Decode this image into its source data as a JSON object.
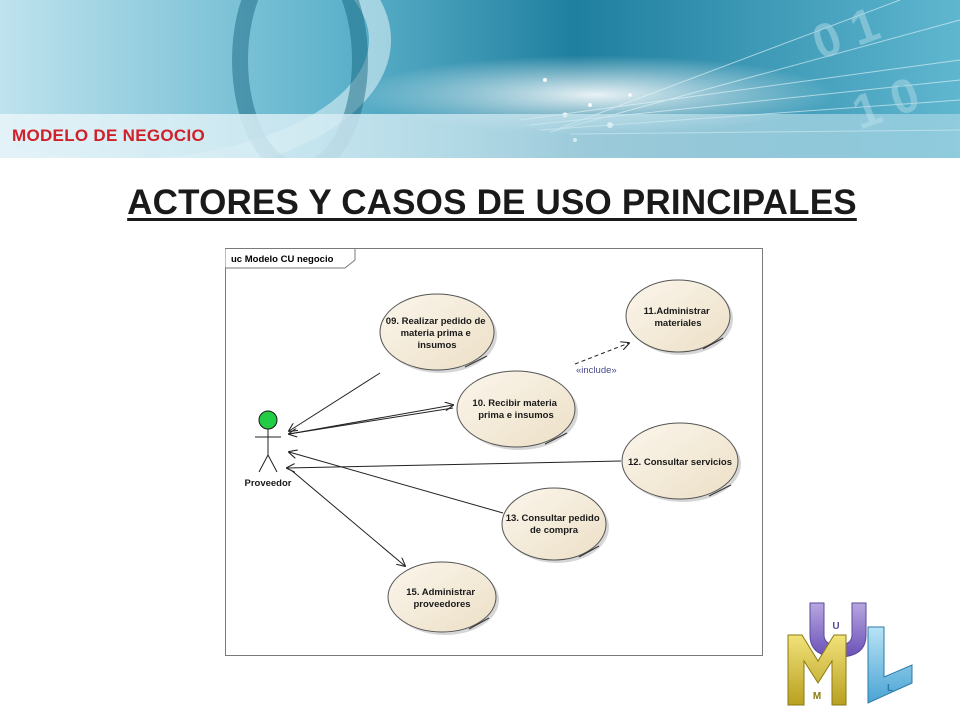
{
  "header": {
    "section_label": "MODELO DE NEGOCIO",
    "title": "ACTORES Y CASOS DE USO PRINCIPALES"
  },
  "diagram": {
    "frame_label": "uc Modelo CU negocio",
    "actor": {
      "name": "Proveedor"
    },
    "use_cases": [
      {
        "id": "uc09",
        "lines": [
          "09. Realizar pedido de",
          "materia prima e",
          "insumos"
        ]
      },
      {
        "id": "uc10",
        "lines": [
          "10. Recibir materia",
          "prima e insumos"
        ]
      },
      {
        "id": "uc11",
        "lines": [
          "11.Administrar",
          "materiales"
        ]
      },
      {
        "id": "uc12",
        "lines": [
          "12. Consultar servicios"
        ]
      },
      {
        "id": "uc13",
        "lines": [
          "13. Consultar pedido",
          "de compra"
        ]
      },
      {
        "id": "uc15",
        "lines": [
          "15. Administrar",
          "proveedores"
        ]
      }
    ],
    "include_label": "«include»"
  },
  "logo": {
    "letters": [
      "U",
      "M",
      "L"
    ]
  },
  "colors": {
    "accent_red": "#d0202a",
    "banner_blue": "#2a8aa8",
    "usecase_fill": "#f3ead8",
    "actor_head": "#22cc44"
  }
}
